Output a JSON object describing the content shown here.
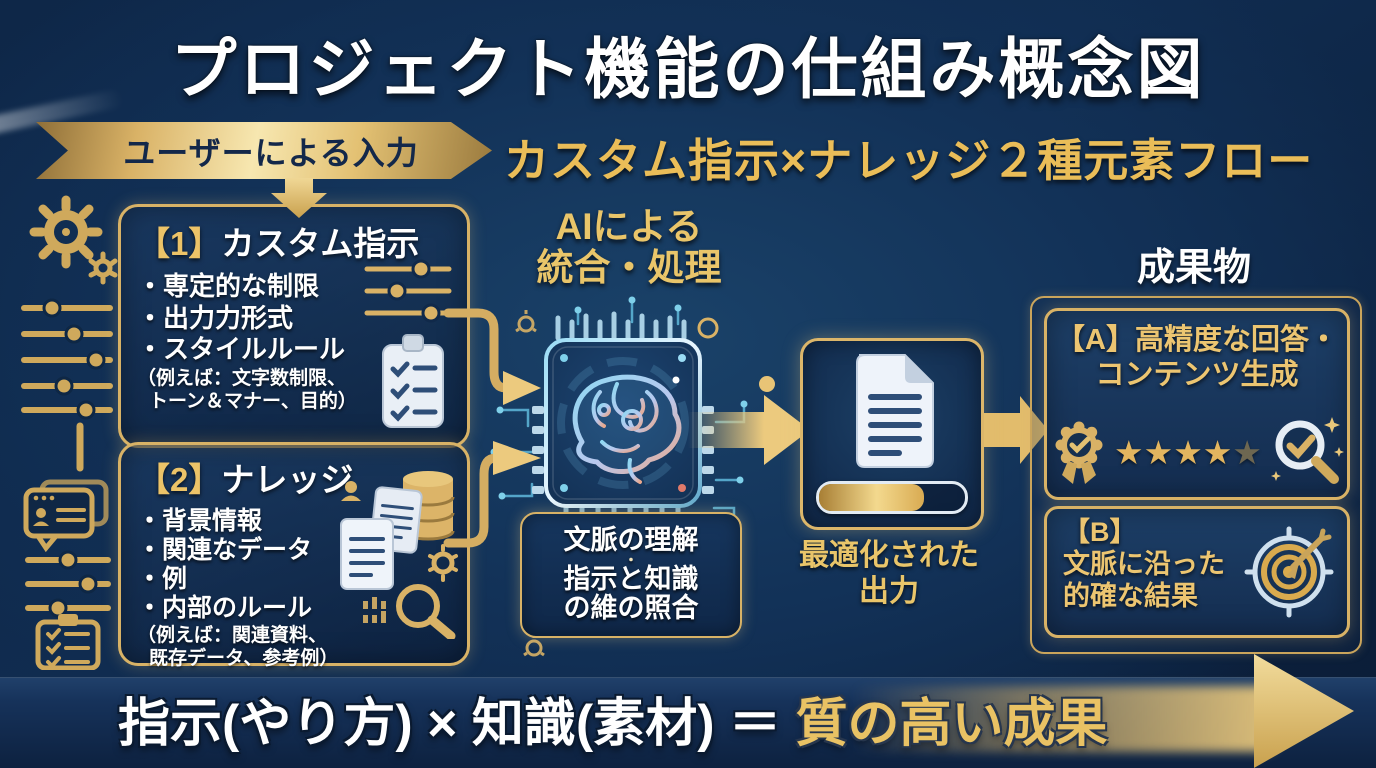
{
  "title": "プロジェクト機能の仕組み概念図",
  "input_banner": {
    "label": "ユーザーによる入力"
  },
  "subtitle": "カスタム指示×ナレッジ２種元素フロー",
  "box1": {
    "tag": "【1】",
    "title": "カスタム指示",
    "bullets": [
      "専定的な制限",
      "出力力形式",
      "スタイルルール"
    ],
    "note_lines": [
      "（例えば：文字数制限、",
      "トーン＆マナー、目的）"
    ]
  },
  "box2": {
    "tag": "【2】",
    "title": "ナレッジ",
    "bullets": [
      "背景情報",
      "関連なデータ",
      "例",
      "内部のルール"
    ],
    "note_lines": [
      "（例えば：関連資料、",
      "既存データ、参考例）"
    ]
  },
  "ai": {
    "label_lines": [
      "AIによる",
      "統合・処理"
    ],
    "process_lines": [
      "文脈の理解",
      "・",
      "指示と知識",
      "の維の照合"
    ]
  },
  "output": {
    "label_lines": [
      "最適化された",
      "出力"
    ],
    "progress_percent": 72
  },
  "results": {
    "heading": "成果物",
    "boxA": {
      "lines": [
        "【A】高精度な回答・",
        "コンテンツ生成"
      ],
      "stars_filled": 4,
      "stars_total": 5
    },
    "boxB": {
      "lines": [
        "【B】",
        "文脈に沿った",
        "的確な結果"
      ]
    }
  },
  "bottom_banner": {
    "white_part": "指示(やり方) × 知識(素材) ＝ ",
    "gold_part": "質の高い成果"
  },
  "colors": {
    "background_navy": "#102c50",
    "gold_accent": "#d8b266",
    "gold_text": "#e9c264",
    "white_text": "#ffffff",
    "banner_text_navy": "#13284a",
    "chip_glow_blue": "#7fd0ea"
  },
  "icons": {
    "left_column": [
      "gear-icon",
      "sliders-icon",
      "chat-card-icon",
      "sliders-icon",
      "clipboard-icon"
    ],
    "box1": [
      "sliders-icon",
      "clipboard-check-icon"
    ],
    "box2": [
      "person-icon",
      "documents-icon",
      "database-icon",
      "gear-icon",
      "magnifier-icon"
    ],
    "center": [
      "ai-brain-chip-icon"
    ],
    "output": [
      "document-icon",
      "progress-bar"
    ],
    "boxA": [
      "medal-check-icon",
      "star-rating",
      "magnifier-check-icon"
    ],
    "boxB": [
      "target-arrow-icon"
    ]
  }
}
